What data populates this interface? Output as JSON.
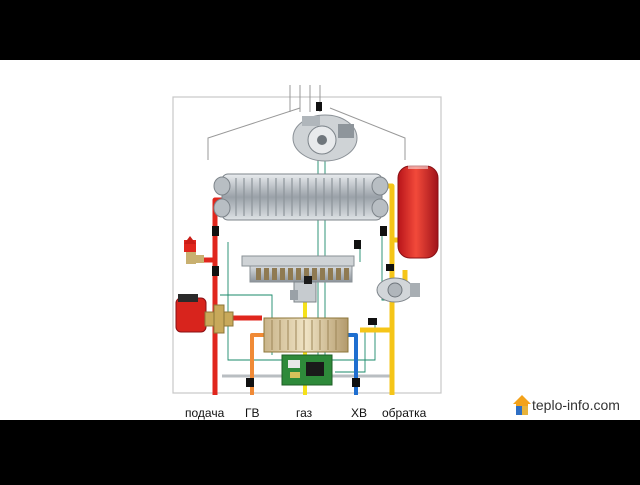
{
  "labels": {
    "supply": "подача",
    "hot_water": "ГВ",
    "gas": "газ",
    "cold_water": "ХВ",
    "return": "обратка"
  },
  "brand": {
    "text": "teplo-info.com",
    "icon": "house-icon"
  },
  "colors": {
    "supply_pipe": "#e0261d",
    "return_pipe": "#f5c518",
    "gas_pipe": "#f5e11b",
    "hot_water_pipe": "#f08a36",
    "cold_water_pipe": "#1f6fd0",
    "signal_wire": "#1a8a6a",
    "background": "#ffffff",
    "letterbox": "#000000"
  }
}
